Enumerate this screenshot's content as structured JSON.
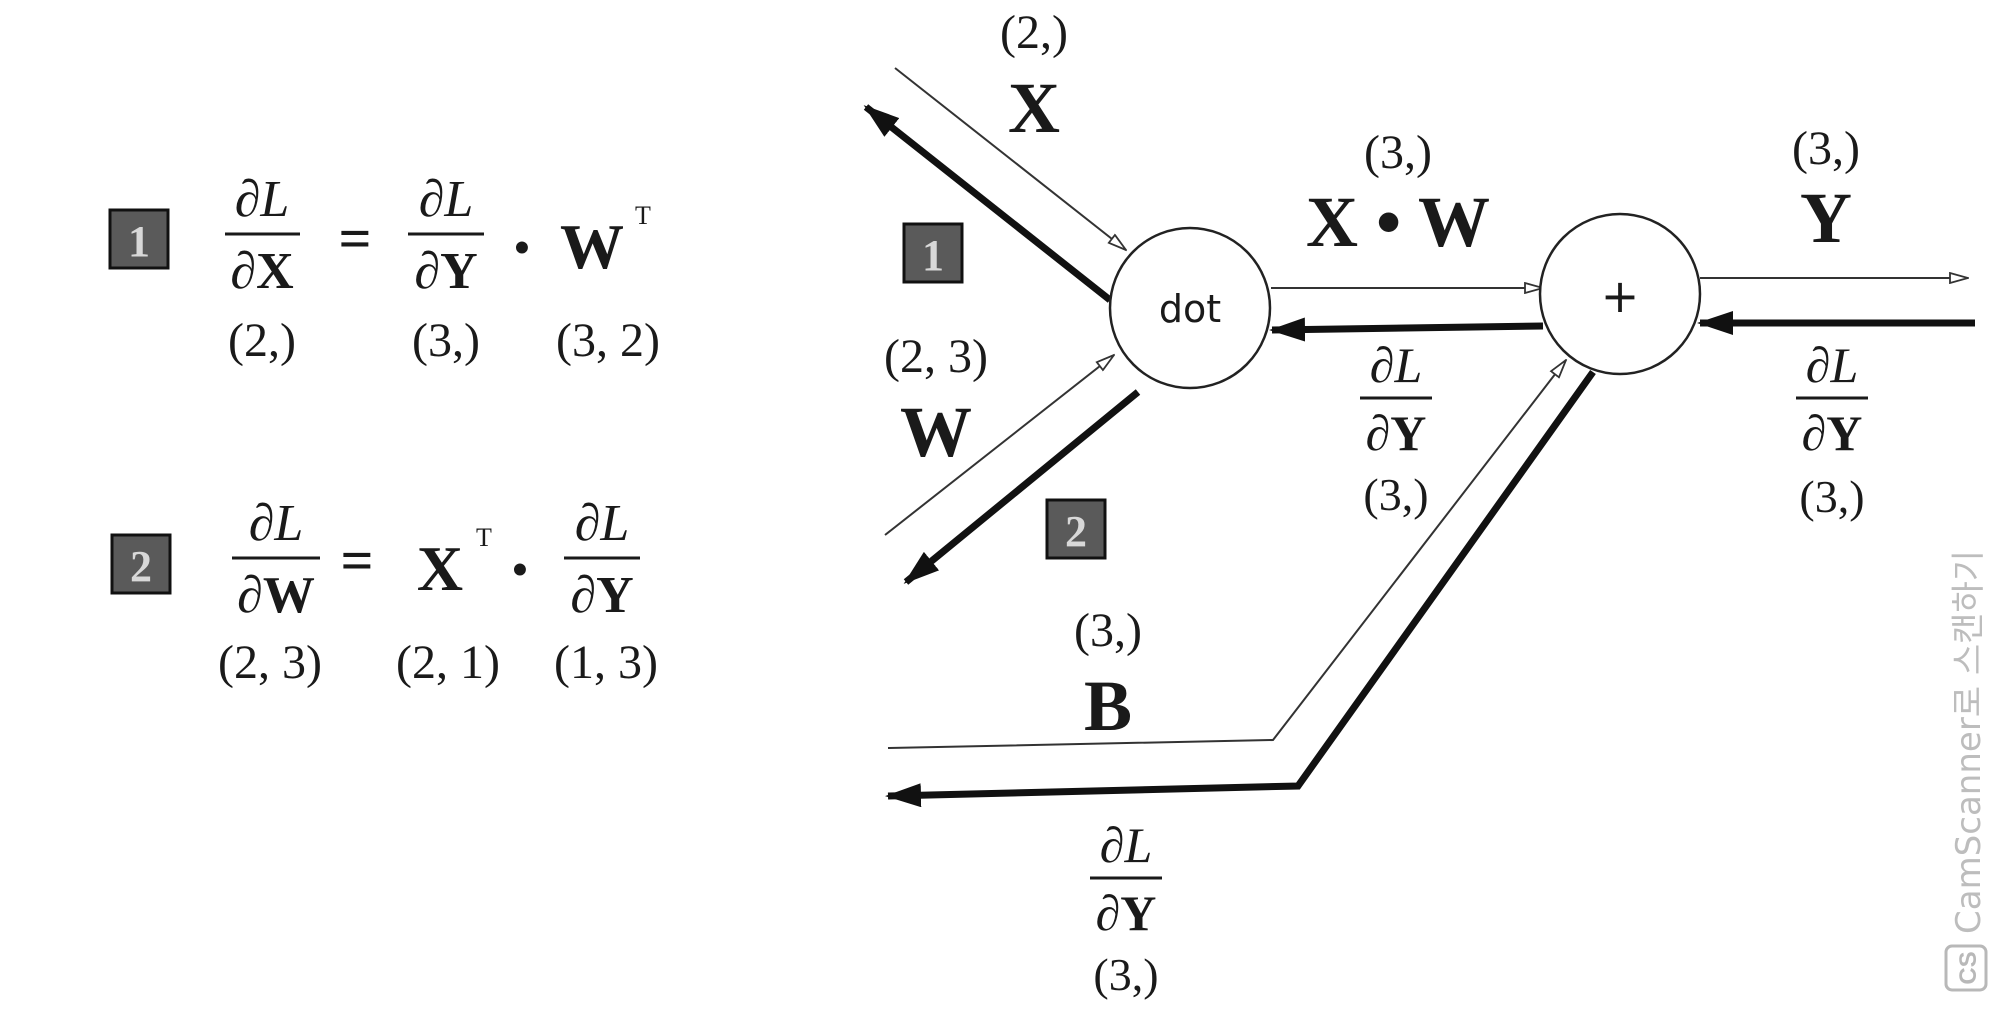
{
  "equations": {
    "eq1": {
      "badge": "1",
      "lhs_num": "∂L",
      "lhs_den": "∂X",
      "lhs_shape": "(2,)",
      "equals": "=",
      "t1_num": "∂L",
      "t1_den": "∂Y",
      "t1_shape": "(3,)",
      "dot": "•",
      "t2": "W",
      "t2_sup": "T",
      "t2_shape": "(3, 2)"
    },
    "eq2": {
      "badge": "2",
      "lhs_num": "∂L",
      "lhs_den": "∂W",
      "lhs_shape": "(2, 3)",
      "equals": "=",
      "t1": "X",
      "t1_sup": "T",
      "t1_shape": "(2, 1)",
      "dot": "•",
      "t2_num": "∂L",
      "t2_den": "∂Y",
      "t2_shape": "(1, 3)"
    }
  },
  "graph": {
    "x_input": {
      "shape": "(2,)",
      "label": "X"
    },
    "w_input": {
      "shape": "(2, 3)",
      "label": "W"
    },
    "b_input": {
      "shape": "(3,)",
      "label": "B"
    },
    "dot_node": "dot",
    "plus_node": "+",
    "xw_edge": {
      "shape": "(3,)",
      "label": "X • W"
    },
    "y_output": {
      "shape": "(3,)",
      "label": "Y"
    },
    "grad_mid": {
      "num": "∂L",
      "den": "∂Y",
      "shape": "(3,)"
    },
    "grad_right": {
      "num": "∂L",
      "den": "∂Y",
      "shape": "(3,)"
    },
    "grad_bottom": {
      "num": "∂L",
      "den": "∂Y",
      "shape": "(3,)"
    },
    "badge_1": "1",
    "badge_2": "2"
  },
  "watermark": {
    "logo": "CS",
    "text": "CamScanner로 스캔하기"
  }
}
